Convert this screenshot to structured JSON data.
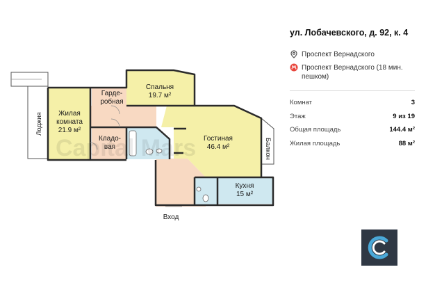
{
  "address": "ул. Лобачевского, д. 92, к. 4",
  "locations": [
    {
      "icon": "location-pin-icon",
      "text": "Проспект Вернадского"
    },
    {
      "icon": "metro-icon",
      "text": "Проспект Вернадского (18 мин. пешком)"
    }
  ],
  "stats": [
    {
      "label": "Комнат",
      "value": "3"
    },
    {
      "label": "Этаж",
      "value": "9 из 19"
    },
    {
      "label": "Общая площадь",
      "value": "144.4 м²"
    },
    {
      "label": "Жилая площадь",
      "value": "88 м²"
    }
  ],
  "plan": {
    "rooms": {
      "living": {
        "name_1": "Жилая",
        "name_2": "комната",
        "area": "21.9 м²"
      },
      "dressing": {
        "name_1": "Гарде-",
        "name_2": "робная"
      },
      "bedroom": {
        "name": "Спальня",
        "area": "19.7 м²"
      },
      "storage": {
        "name_1": "Кладо-",
        "name_2": "вая"
      },
      "lounge": {
        "name": "Гостиная",
        "area": "46.4 м²"
      },
      "kitchen": {
        "name": "Кухня",
        "area": "15 м²"
      }
    },
    "loggia": "Лоджия",
    "balcony": "Балкон",
    "entrance": "Вход",
    "watermark": "Capital Mars"
  },
  "colors": {
    "yellow_room": "#f5f0a8",
    "peach_room": "#f8d9c2",
    "blue_room": "#cfe8f0",
    "wall": "#2a2a2a",
    "metro": "#e8453c",
    "logo_bg": "#2f3844"
  }
}
